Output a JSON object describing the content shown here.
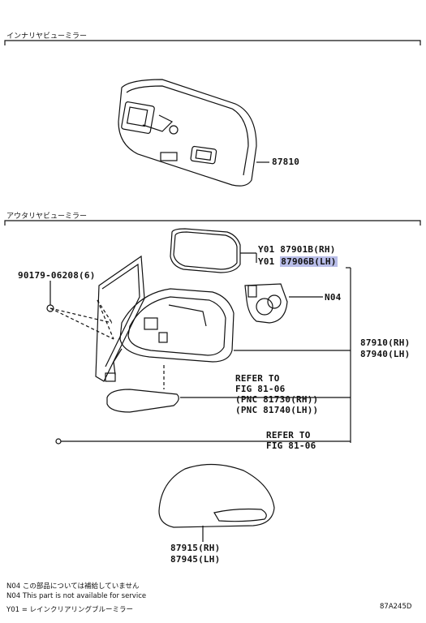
{
  "sections": {
    "inner": "インナリヤビューミラー",
    "outer": "アウタリヤビューミラー"
  },
  "parts": {
    "p87810": "87810",
    "p90179": "90179-06208(6)",
    "y01a_prefix": "Y01",
    "y01a_num": "87901B(RH)",
    "y01b_prefix": "Y01",
    "y01b_num": "87906B(LH)",
    "n04": "N04",
    "p87910": "87910(RH)",
    "p87940": "87940(LH)",
    "refer1_l1": "REFER TO",
    "refer1_l2": "FIG 81-06",
    "refer1_l3": "(PNC 81730(RH))",
    "refer1_l4": "(PNC 81740(LH))",
    "refer2_l1": "REFER TO",
    "refer2_l2": "FIG 81-06",
    "p87915": "87915(RH)",
    "p87945": "87945(LH)"
  },
  "notes": {
    "n1": "N04 この部品については補給していません",
    "n2": "N04 This part is not available for service",
    "n3": "Y01 = レインクリアリングブルーミラー"
  },
  "figure_id": "87A245D",
  "colors": {
    "highlight": "#b8bde8"
  }
}
